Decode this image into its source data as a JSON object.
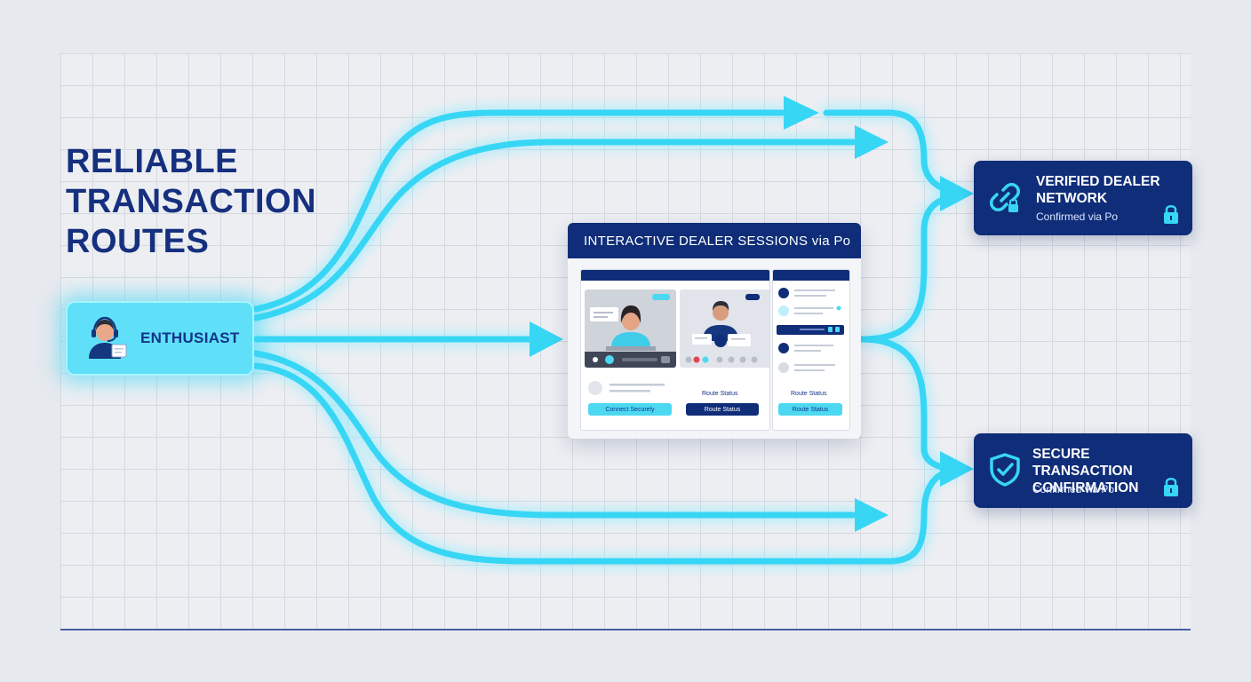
{
  "title_lines": [
    "RELIABLE",
    "TRANSACTION",
    "ROUTES"
  ],
  "source": {
    "label": "ENTHUSIAST",
    "icon": "headset-user-icon"
  },
  "hub": {
    "title": "INTERACTIVE DEALER SESSIONS via Po",
    "connect_button": "Connect Securely",
    "status_label": "Route Status",
    "status_button": "Route Status",
    "side_button": "Route Status"
  },
  "destinations": [
    {
      "title_lines": [
        "VERIFIED DEALER",
        "NETWORK"
      ],
      "subtitle": "Confirmed via Po",
      "icon": "chain-link-icon"
    },
    {
      "title_lines": [
        "SECURE TRANSACTION",
        "CONFIRMATION"
      ],
      "subtitle": "Confirmed via Po",
      "icon": "shield-check-icon"
    }
  ],
  "colors": {
    "route": "#38d6f5",
    "navy": "#0f2d78",
    "title": "#16307f",
    "source_fill": "#5fe0f8",
    "background": "#e6e9ee"
  }
}
